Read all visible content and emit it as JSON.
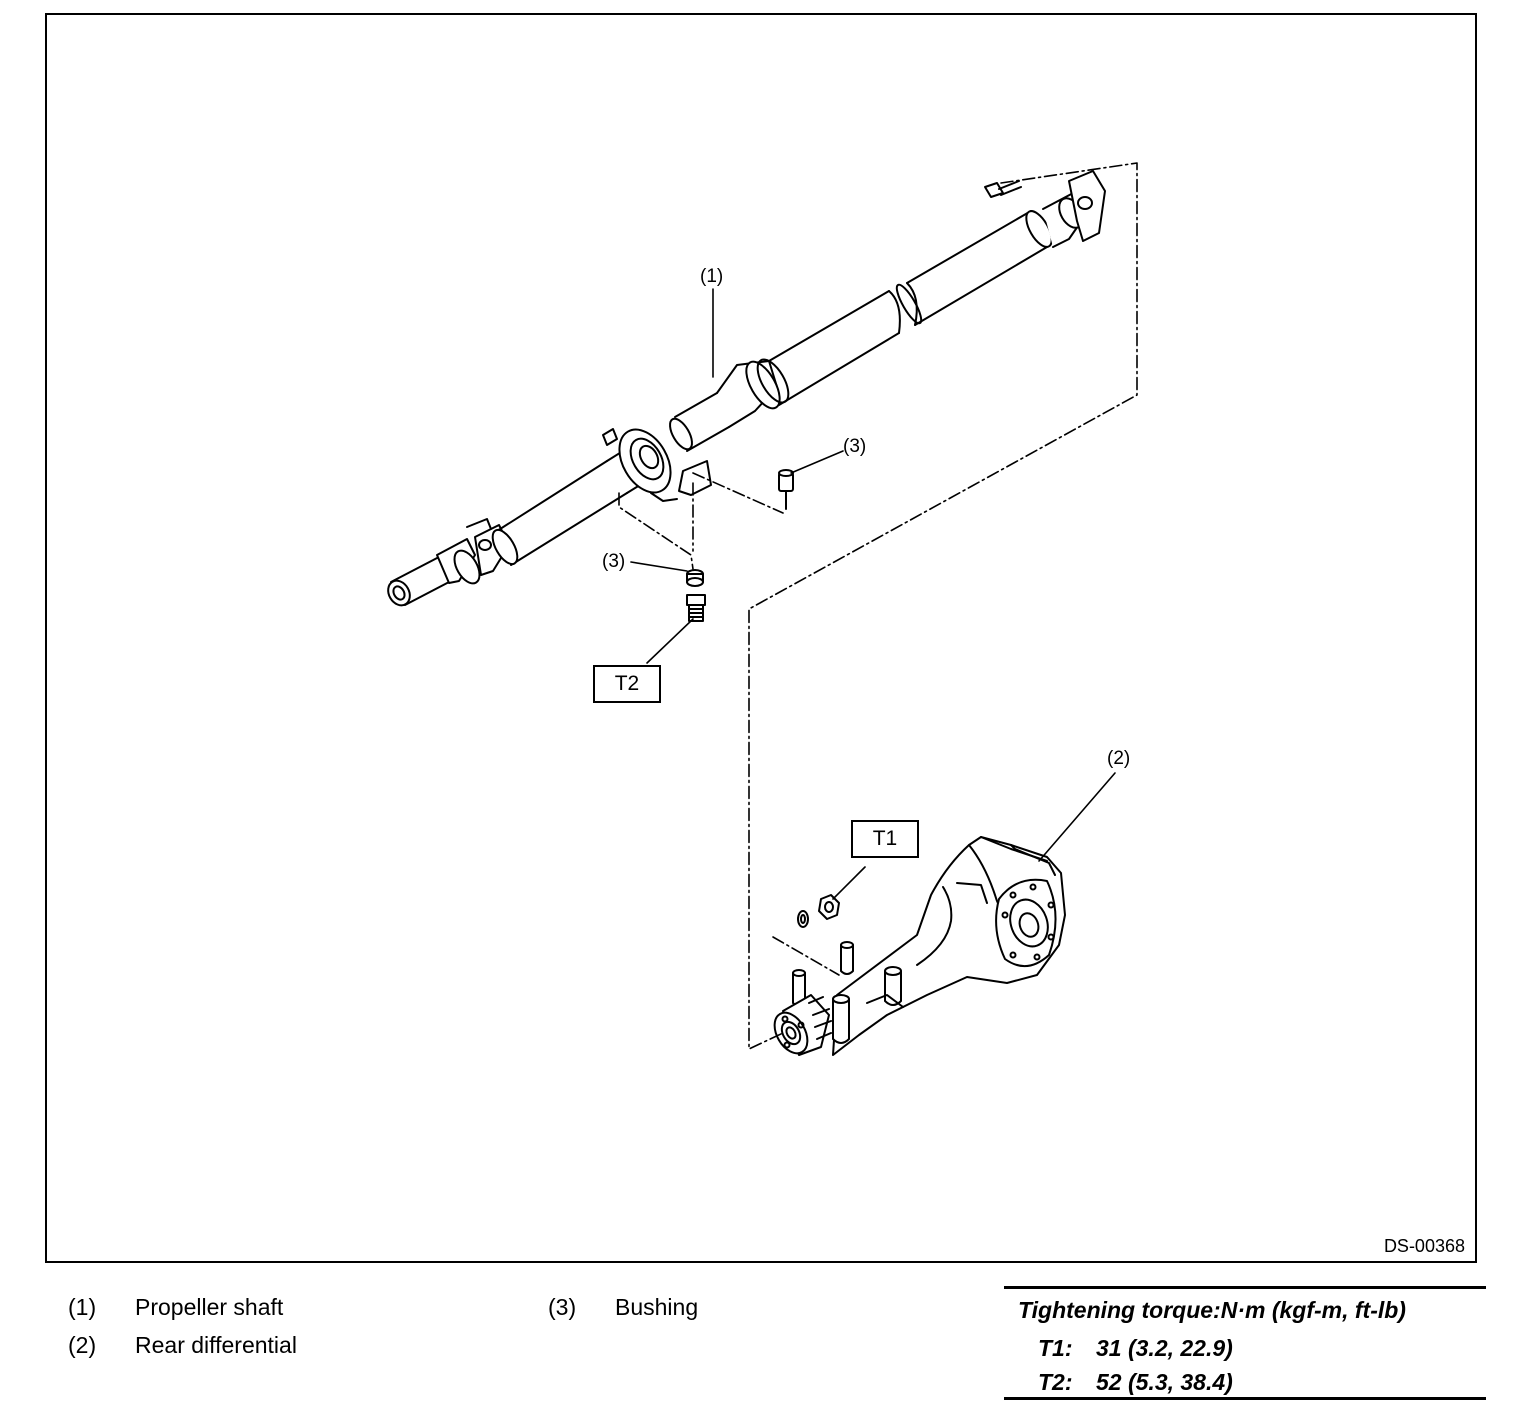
{
  "figure": {
    "id": "DS-00368",
    "callouts": {
      "c1": "(1)",
      "c2": "(2)",
      "c3a": "(3)",
      "c3b": "(3)"
    },
    "torque_labels": {
      "t1": "T1",
      "t2": "T2"
    }
  },
  "legend": [
    {
      "num": "(1)",
      "name": "Propeller shaft"
    },
    {
      "num": "(2)",
      "name": "Rear differential"
    },
    {
      "num": "(3)",
      "name": "Bushing"
    }
  ],
  "torque_table": {
    "title": "Tightening torque:N·m (kgf-m, ft-lb)",
    "rows": [
      {
        "code": "T1:",
        "value": "31 (3.2, 22.9)"
      },
      {
        "code": "T2:",
        "value": "52 (5.3, 38.4)"
      }
    ]
  }
}
